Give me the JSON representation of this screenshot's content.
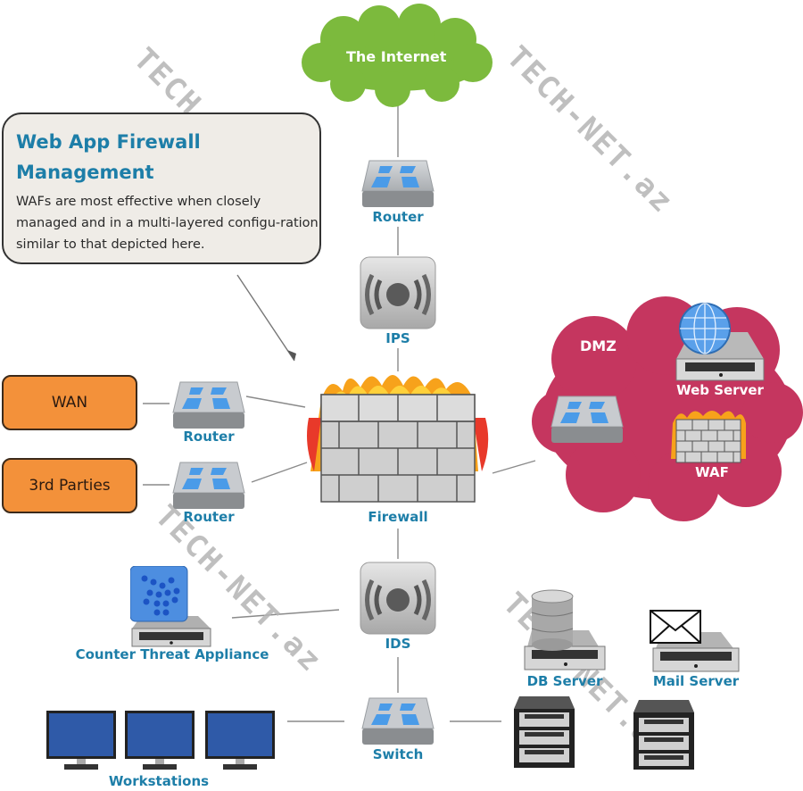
{
  "callout": {
    "title": "Web App Firewall Management",
    "body": "WAFs are most effective when closely managed and in a multi-layered configu-ration similar to that depicted here."
  },
  "clouds": {
    "internet": "The Internet",
    "dmz": "DMZ"
  },
  "nodes": {
    "router_top": "Router",
    "ips": "IPS",
    "firewall": "Firewall",
    "router_wan": "Router",
    "router_3rd": "Router",
    "ids": "IDS",
    "counter_threat": "Counter Threat Appliance",
    "switch": "Switch",
    "workstations": "Workstations",
    "web_server": "Web Server",
    "waf": "WAF",
    "db_server": "DB Server",
    "mail_server": "Mail Server"
  },
  "external": {
    "wan": "WAN",
    "third_parties": "3rd Parties"
  },
  "watermark": "TECH-NET.az",
  "colors": {
    "label_blue": "#1d7ea8",
    "internet_green": "#7cba3d",
    "dmz_crimson": "#c5365f",
    "external_orange": "#f3913a"
  }
}
